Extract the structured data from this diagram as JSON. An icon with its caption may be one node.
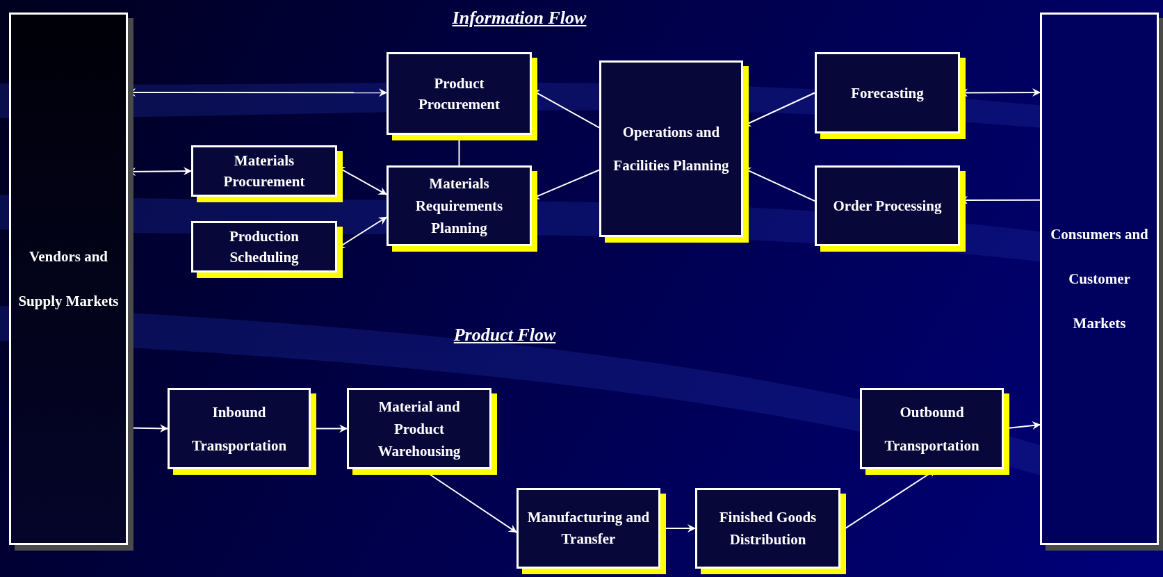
{
  "diagram": {
    "nodes": [
      {
        "text": [
          "Vendors and Supply Markets"
        ]
      },
      {
        "text": [
          "Product Procurement"
        ]
      },
      {
        "text": [
          "Operations and Facilities Planning"
        ]
      },
      {
        "text": [
          "Forecasting"
        ]
      },
      {
        "text": [
          "Consumers and Customer Markets"
        ]
      },
      {
        "text": [
          "Materials Procurement"
        ]
      },
      {
        "text": [
          "Materials Requirements Planning"
        ]
      },
      {
        "text": [
          "Order Processing"
        ]
      },
      {
        "text": [
          "Production Scheduling"
        ]
      },
      {
        "text": [
          "Inbound Transportation"
        ]
      },
      {
        "text": [
          "Material and Product Warehousing"
        ]
      },
      {
        "text": [
          "Outbound Transportation"
        ]
      },
      {
        "text": [
          "Manufacturing and Transfer"
        ]
      },
      {
        "text": [
          "Finished Goods Distribution"
        ]
      }
    ],
    "edges": [
      {
        "from": 0,
        "to": 1,
        "arrow": "both"
      },
      {
        "from": 0,
        "to": 5,
        "arrow": "both"
      },
      {
        "from": 5,
        "to": 6,
        "arrow": "both"
      },
      {
        "from": 8,
        "to": 6,
        "arrow": "both"
      },
      {
        "from": 1,
        "to": 6,
        "arrow": "none"
      },
      {
        "from": 2,
        "to": 1,
        "arrow": "to"
      },
      {
        "from": 2,
        "to": 6,
        "arrow": "to"
      },
      {
        "from": 3,
        "to": 2,
        "arrow": "to"
      },
      {
        "from": 7,
        "to": 2,
        "arrow": "to"
      },
      {
        "from": 3,
        "to": 4,
        "arrow": "both"
      },
      {
        "from": 4,
        "to": 7,
        "arrow": "to"
      },
      {
        "from": 0,
        "to": 9,
        "arrow": "to"
      },
      {
        "from": 9,
        "to": 10,
        "arrow": "to"
      },
      {
        "from": 10,
        "to": 12,
        "arrow": "to"
      },
      {
        "from": 12,
        "to": 13,
        "arrow": "to"
      },
      {
        "from": 13,
        "to": 11,
        "arrow": "to"
      },
      {
        "from": 11,
        "to": 4,
        "arrow": "to"
      }
    ],
    "labels": [
      "Information Flow",
      "Product Flow"
    ]
  }
}
